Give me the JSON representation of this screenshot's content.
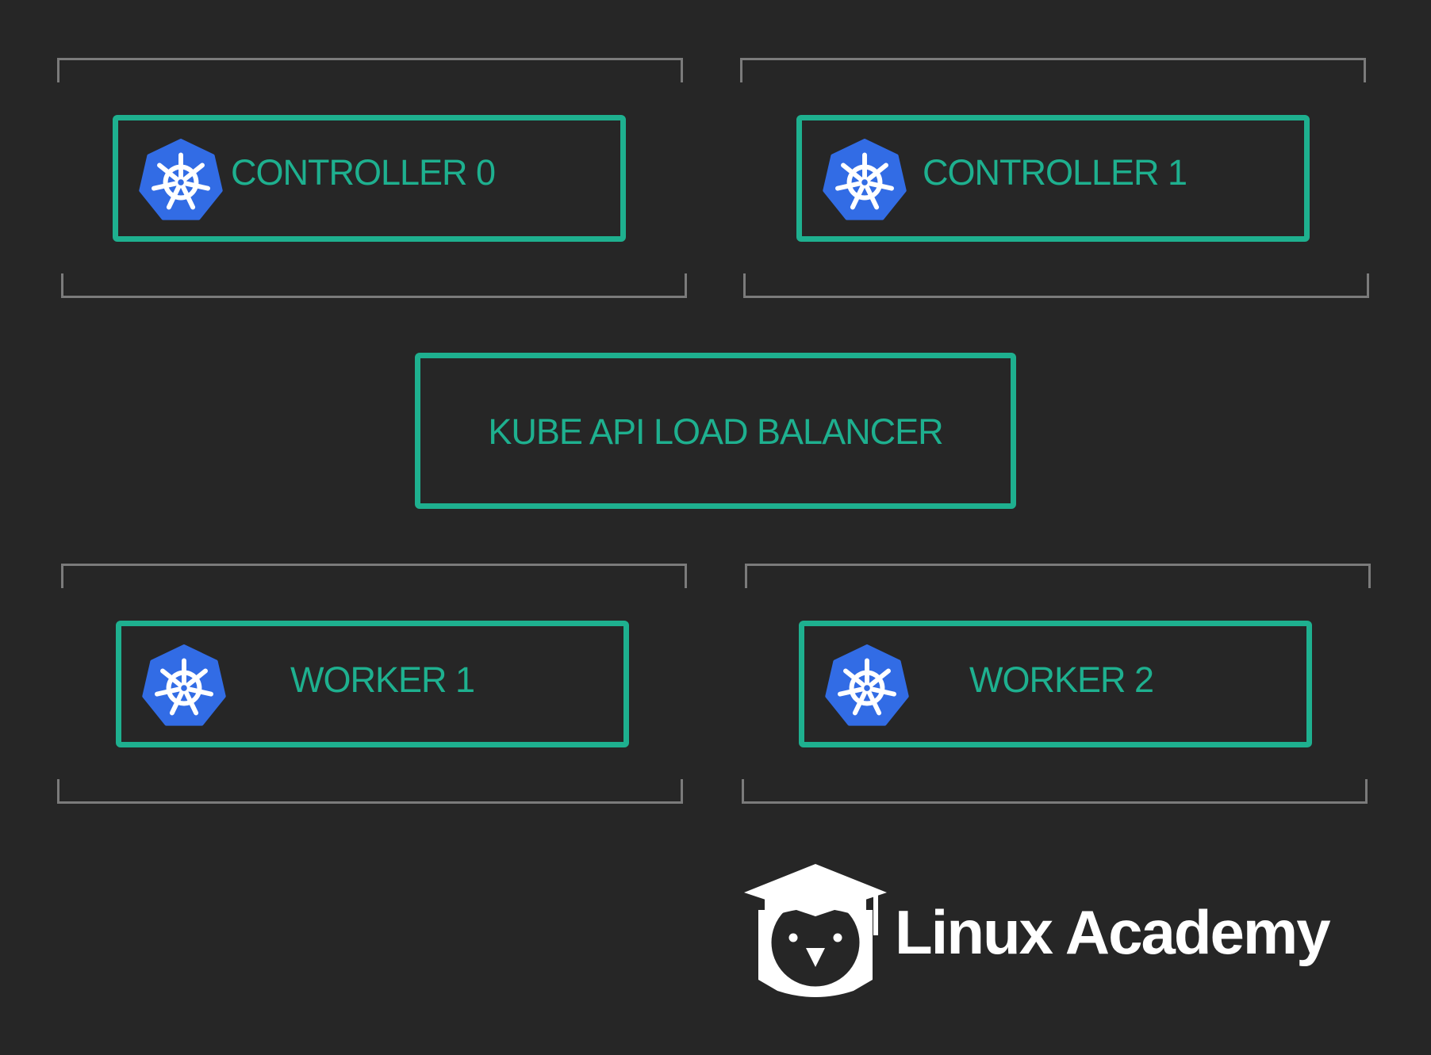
{
  "nodes": {
    "controller0": {
      "label": "CONTROLLER 0",
      "icon": "kubernetes-icon"
    },
    "controller1": {
      "label": "CONTROLLER 1",
      "icon": "kubernetes-icon"
    },
    "load_balancer": {
      "label": "KUBE API LOAD BALANCER"
    },
    "worker1": {
      "label": "WORKER 1",
      "icon": "kubernetes-icon"
    },
    "worker2": {
      "label": "WORKER 2",
      "icon": "kubernetes-icon"
    }
  },
  "brand": {
    "name": "Linux Academy",
    "icon": "owl-graduation-cap-logo"
  },
  "colors": {
    "background": "#262626",
    "accent": "#1eb08f",
    "kubernetes_blue": "#326ce5",
    "bracket": "#7b7b7b",
    "brand_text": "#ffffff"
  }
}
